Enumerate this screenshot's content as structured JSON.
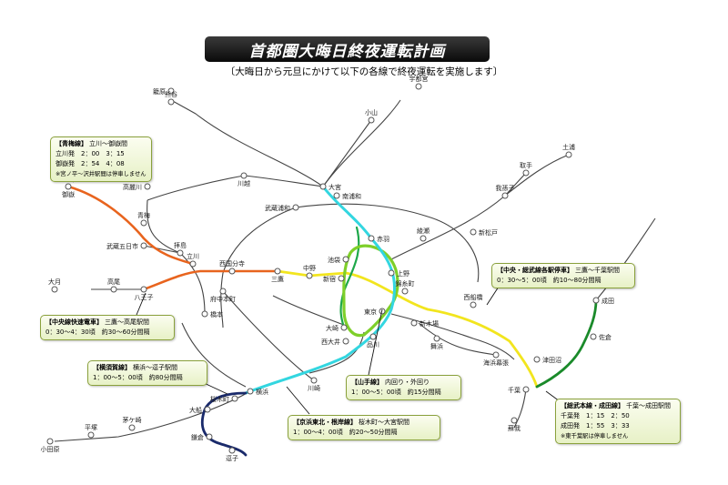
{
  "title": "首都圏大晦日終夜運転計画",
  "subtitle": "〔大晦日から元旦にかけて以下の各線で終夜運転を実施します〕",
  "colors": {
    "ome": "#e8641e",
    "chuo_rapid": "#e8641e",
    "yokosuka": "#1a2a6b",
    "keihin": "#33d6e0",
    "yamanote": "#7ecf2a",
    "saikyo": "#1ea84a",
    "chuo_sobu": "#f2e51e",
    "sobu_narita": "#1a8a2a",
    "base": "#444444",
    "box_border": "#8aa13c"
  },
  "stations": {
    "omiya": "大宮",
    "kumagaya": "熊谷",
    "kagohara": "籠原",
    "utsunomiya": "宇都宮",
    "oyama": "小山",
    "kawagoe": "川越",
    "musashi_urawa": "武蔵浦和",
    "minami_urawa": "南浦和",
    "takasaki_wait": "高麗川",
    "mitake": "御嶽",
    "ome": "青梅",
    "haijima": "拝島",
    "musashi_itsukaichi": "武蔵五日市",
    "otsuki": "大月",
    "takao": "高尾",
    "hachioji": "八王子",
    "tachikawa": "立川",
    "nishi_kokubunji": "西国分寺",
    "fuchu_hommachi": "府中本町",
    "mitaka": "三鷹",
    "nakano": "中野",
    "shinjuku": "新宿",
    "ikebukuro": "池袋",
    "akabane": "赤羽",
    "ueno": "上野",
    "tokyo": "東京",
    "osaki": "大崎",
    "nishioi": "西大井",
    "shinagawa": "品川",
    "kawasaki": "川崎",
    "yokohama": "横浜",
    "sakuragicho": "桜木町",
    "hashimoto": "橋本",
    "ofuna": "大船",
    "kamakura": "鎌倉",
    "zushi": "逗子",
    "chigasaki": "茅ケ崎",
    "hiratsuka": "平塚",
    "odawara": "小田原",
    "ayase": "綾瀬",
    "shin_matsudo": "新松戸",
    "abiko": "我孫子",
    "toride": "取手",
    "tsuchiura": "土浦",
    "kinshicho": "錦糸町",
    "shin_kiba": "新木場",
    "maihama": "舞浜",
    "nishi_funabashi": "西船橋",
    "kaihin_makuhari": "海浜幕張",
    "tsudanuma": "津田沼",
    "chiba": "千葉",
    "soga": "蘇我",
    "sakura": "佐倉",
    "narita": "成田"
  },
  "boxes": {
    "ome": {
      "line": "【青梅線】",
      "range": "立川～御嶽間",
      "rows": [
        "立川発　2：00　3：15",
        "御嶽発　2：54　4：08"
      ],
      "note": "※宮ノ平～沢井駅間は停車しません"
    },
    "chuo_rapid": {
      "line": "【中央線快速電車】",
      "range": "三鷹～高尾駅間",
      "rows": [
        "0：30～4：30頃　約30～60分間隔"
      ],
      "note": ""
    },
    "yokosuka": {
      "line": "【横須賀線】",
      "range": "横浜～逗子駅間",
      "rows": [
        "1：00～5：00頃　約80分間隔"
      ],
      "note": ""
    },
    "yamanote": {
      "line": "【山手線】",
      "range": "内回り・外回り",
      "rows": [
        "1：00～5：00頃　約15分間隔"
      ],
      "note": ""
    },
    "keihin": {
      "line": "【京浜東北・根岸線】",
      "range": "桜木町～大宮駅間",
      "rows": [
        "1：00～4：00頃　約20～50分間隔"
      ],
      "note": ""
    },
    "chuo_sobu": {
      "line": "【中央・総武線各駅停車】",
      "range": "三鷹～千葉駅間",
      "rows": [
        "0：30～5：00頃　約10～80分間隔"
      ],
      "note": ""
    },
    "sobu_narita": {
      "line": "【総武本線・成田線】",
      "range": "千葉～成田駅間",
      "rows": [
        "千葉発　1：15　2：50",
        "成田発　1：55　3：33"
      ],
      "note": "※東千葉駅は停車しません"
    }
  }
}
